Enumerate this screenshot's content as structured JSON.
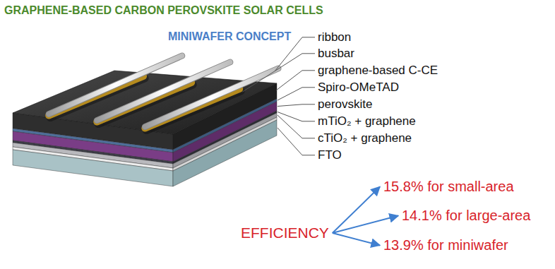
{
  "diagram": {
    "title": "GRAPHENE-BASED CARBON PEROVSKITE SOLAR CELLS",
    "nodes": [
      {
        "text": [
          "EFFICIENCY"
        ]
      },
      {
        "text": [
          "15.8% for small-area"
        ]
      },
      {
        "text": [
          "14.1% for large-area"
        ]
      },
      {
        "text": [
          "13.9% for miniwafer"
        ]
      }
    ],
    "edges": [
      {
        "from": 0,
        "to": 1,
        "arrow": "to"
      },
      {
        "from": 0,
        "to": 2,
        "arrow": "to"
      },
      {
        "from": 0,
        "to": 3,
        "arrow": "to"
      }
    ],
    "labels": [
      "MINIWAFER CONCEPT",
      "ribbon",
      "busbar",
      "graphene-based C-CE",
      "Spiro-OMeTAD",
      "perovskite",
      "mTiO₂ + graphene",
      "cTiO₂ + graphene",
      "FTO"
    ]
  }
}
